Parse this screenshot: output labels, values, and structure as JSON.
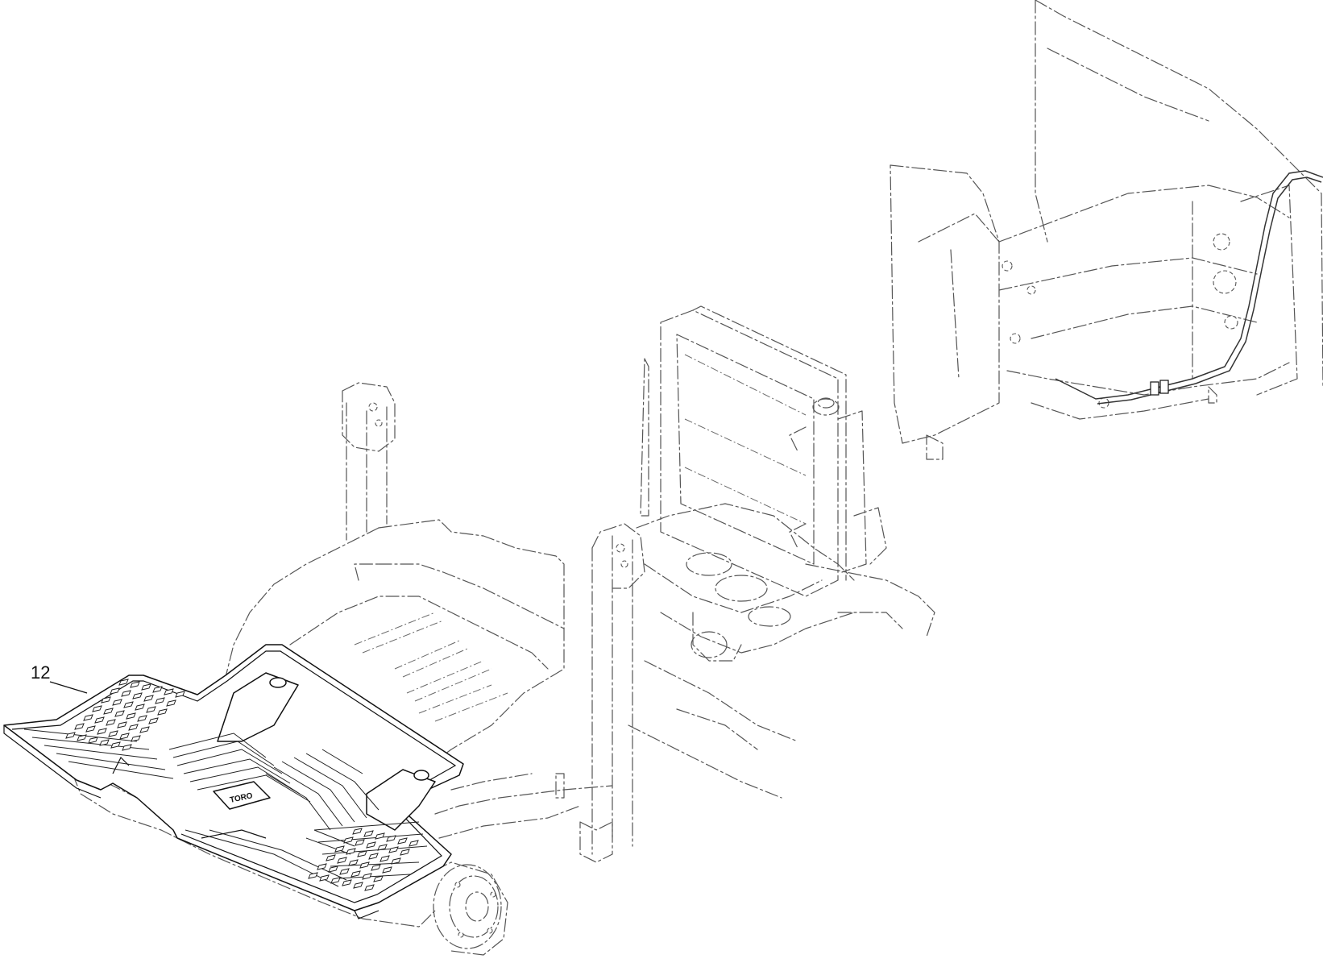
{
  "diagram": {
    "callouts": [
      {
        "id": "callout-12",
        "label": "12",
        "part": "floor-mat"
      }
    ],
    "mat_logo_text": "TORO"
  }
}
